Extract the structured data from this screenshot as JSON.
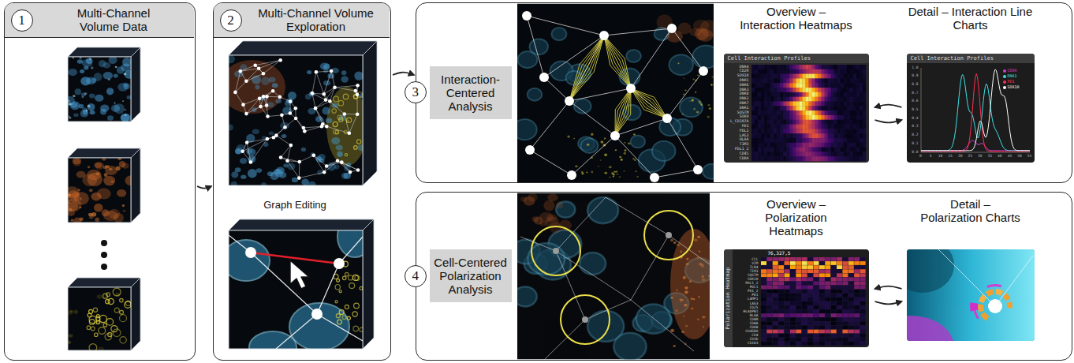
{
  "diagram": {
    "nodes": [
      {
        "text": [
          "Multi-Channel Volume Data"
        ]
      },
      {
        "text": [
          "1"
        ],
        "in": 0
      },
      {
        "text": [
          "Multi-Channel Volume Exploration"
        ]
      },
      {
        "text": [
          "2"
        ],
        "in": 2
      },
      {
        "text": [
          "Interaction-Centered Analysis"
        ]
      },
      {
        "text": [
          "3"
        ],
        "in": 4
      },
      {
        "text": [
          "Overview – Interaction Heatmaps",
          "Cell Interaction Profiles"
        ],
        "in": 4
      },
      {
        "text": [
          "Detail – Interaction Line Charts",
          "Cell Interaction Profiles"
        ],
        "in": 4
      },
      {
        "text": [
          "Cell-Centered Polarization Analysis"
        ]
      },
      {
        "text": [
          "4"
        ],
        "in": 8
      },
      {
        "text": [
          "Overview – Polarization Heatmaps",
          "Polarization Heatmap"
        ],
        "in": 8
      },
      {
        "text": [
          "Detail – Polarization Charts"
        ],
        "in": 8
      }
    ],
    "edges": [
      {
        "from": 0,
        "to": 2,
        "arrow": "to"
      },
      {
        "from": 2,
        "to": 4,
        "arrow": "to"
      },
      {
        "from": 6,
        "to": 7,
        "arrow": "to"
      },
      {
        "from": 7,
        "to": 6,
        "arrow": "to"
      },
      {
        "from": 10,
        "to": 11,
        "arrow": "to"
      },
      {
        "from": 11,
        "to": 10,
        "arrow": "to"
      }
    ],
    "labels": [
      "Graph Editing",
      "DNA4",
      "CD20",
      "SOX10",
      "DNA5",
      "DNA6",
      "DNA3",
      "DNA8",
      "DNA2",
      "DNA7",
      "DNA1",
      "SQSTM",
      "SOX9",
      "L_CD107A",
      "PD1",
      "PDL1",
      "LAG3",
      "HLAA",
      "TIM3",
      "PDL1_2",
      "CD45",
      "CD8A",
      "1.0",
      "0.9",
      "0.8",
      "0.7",
      "0.6",
      "0.5",
      "0.4",
      "0.3",
      "0.2",
      "0.1",
      "0.0",
      "0",
      "5",
      "10",
      "15",
      "20",
      "25",
      "30",
      "35",
      "40",
      "45",
      "50",
      "55",
      "76,327,5",
      "CCL",
      "VIM",
      "TLR4",
      "TIM3",
      "SQSTM",
      "SOX10",
      "PDL1_2",
      "PDL1",
      "PD1_2",
      "PD1",
      "LAMP1",
      "LAG3",
      "CD25",
      "HLADPB1",
      "HLAA",
      "CD8R",
      "CD8A",
      "CD68",
      "CD45RO",
      "CD4",
      "CD3D",
      "CD163"
    ],
    "legend": [
      {
        "text": "CD8A",
        "color": "#d040d0"
      },
      {
        "text": "DNA1",
        "color": "#40e0e8"
      },
      {
        "text": "PD1",
        "color": "#ff3050"
      },
      {
        "text": "SOX10",
        "color": "#ffffff"
      }
    ]
  }
}
